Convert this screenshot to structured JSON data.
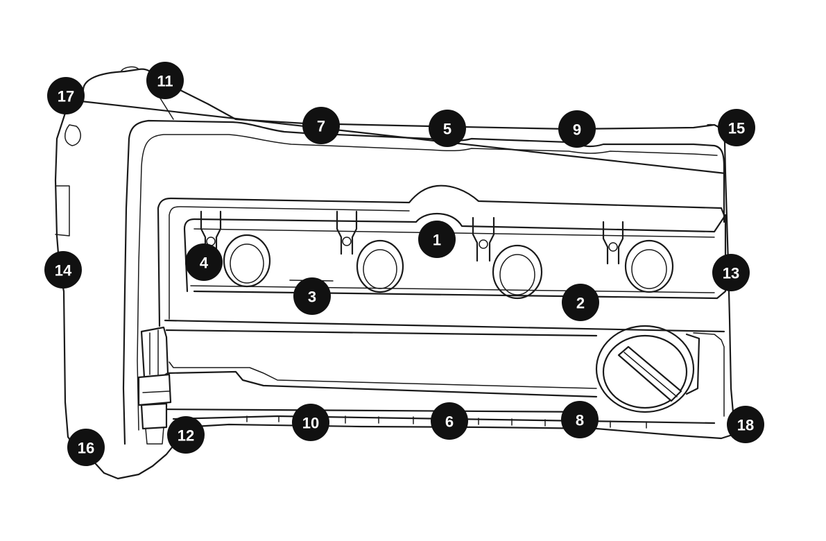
{
  "callouts": [
    {
      "id": "1",
      "label": "1"
    },
    {
      "id": "2",
      "label": "2"
    },
    {
      "id": "3",
      "label": "3"
    },
    {
      "id": "4",
      "label": "4"
    },
    {
      "id": "5",
      "label": "5"
    },
    {
      "id": "6",
      "label": "6"
    },
    {
      "id": "7",
      "label": "7"
    },
    {
      "id": "8",
      "label": "8"
    },
    {
      "id": "9",
      "label": "9"
    },
    {
      "id": "10",
      "label": "10"
    },
    {
      "id": "11",
      "label": "11"
    },
    {
      "id": "12",
      "label": "12"
    },
    {
      "id": "13",
      "label": "13"
    },
    {
      "id": "14",
      "label": "14"
    },
    {
      "id": "15",
      "label": "15"
    },
    {
      "id": "16",
      "label": "16"
    },
    {
      "id": "17",
      "label": "17"
    },
    {
      "id": "18",
      "label": "18"
    }
  ],
  "colors": {
    "line": "#1a1a1a",
    "callout_fill": "#111111",
    "callout_text": "#ffffff",
    "background": "#ffffff"
  }
}
